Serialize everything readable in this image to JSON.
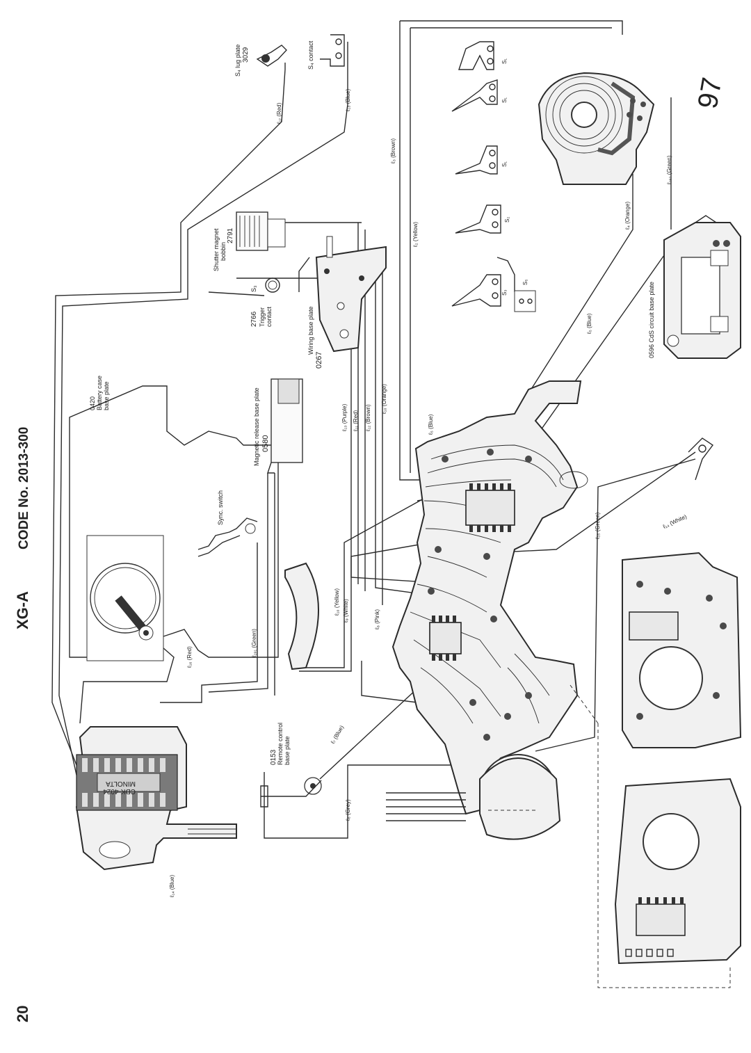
{
  "header": {
    "page_number": "20",
    "model": "XG-A",
    "code": "CODE No. 2013-300",
    "handwritten_mark": "97"
  },
  "parts": {
    "s4_lug_plate": "S₄ lug plate",
    "s4_lug_plate_no": "3029",
    "s4_contact": "S₄ contact",
    "shutter_magnet": "Shutter magnet",
    "bobbin": "bobbin",
    "shutter_magnet_no": "2791",
    "s3": "S₃",
    "trigger_no": "2766",
    "trigger": "Trigger",
    "contact": "contact",
    "wiring_base_plate": "Wiring base plate",
    "wiring_base_plate_no": "0267",
    "battery_no": "0420",
    "battery_case": "Battery case",
    "base_plate": "base plate",
    "magnetic_release": "Magnetic release base plate",
    "magnetic_release_no": "0580",
    "sync_switch": "Sync. switch",
    "remote_no": "0153",
    "remote_control": "Remote control",
    "remote_base_plate": "base plate",
    "cds_plate": "0596 CdS circuit base plate",
    "chip_label_1": "CDK-4024",
    "chip_label_2": "MINOLTA"
  },
  "switches": [
    "S₁",
    "S₁",
    "S₁",
    "S₂",
    "S₃",
    "S₅"
  ],
  "wires": [
    {
      "id": "ℓ₁₇",
      "color": "(Red)"
    },
    {
      "id": "ℓ₁₃",
      "color": "(Blue)"
    },
    {
      "id": "ℓ₃",
      "color": "(Brown)"
    },
    {
      "id": "ℓ₂",
      "color": "(Yellow)"
    },
    {
      "id": "ℓ₄",
      "color": "(Orange)"
    },
    {
      "id": "ℓ₁₉₂",
      "color": "(Green)"
    },
    {
      "id": "ℓ₅",
      "color": "(Blue)"
    },
    {
      "id": "ℓ₁₃",
      "color": "(Purple)"
    },
    {
      "id": "ℓ₁₁",
      "color": "(Red)"
    },
    {
      "id": "ℓ₁₂",
      "color": "(Brown)"
    },
    {
      "id": "ℓ₁₀",
      "color": "(Orange)"
    },
    {
      "id": "ℓ₅",
      "color": "(Blue)"
    },
    {
      "id": "ℓ₁₀",
      "color": "(Yellow)"
    },
    {
      "id": "ℓ₉",
      "color": "(White)"
    },
    {
      "id": "ℓ₈",
      "color": "(Pink)"
    },
    {
      "id": "ℓ₁₉₁",
      "color": "(Green)"
    },
    {
      "id": "ℓ₁₆",
      "color": "(Red)"
    },
    {
      "id": "ℓ₁₅",
      "color": "(Green)"
    },
    {
      "id": "ℓ₁₄",
      "color": "(White)"
    },
    {
      "id": "ℓ₇",
      "color": "(Blue)"
    },
    {
      "id": "ℓ₆",
      "color": "(Grey)"
    },
    {
      "id": "ℓ₁₄",
      "color": "(Blue)"
    }
  ]
}
